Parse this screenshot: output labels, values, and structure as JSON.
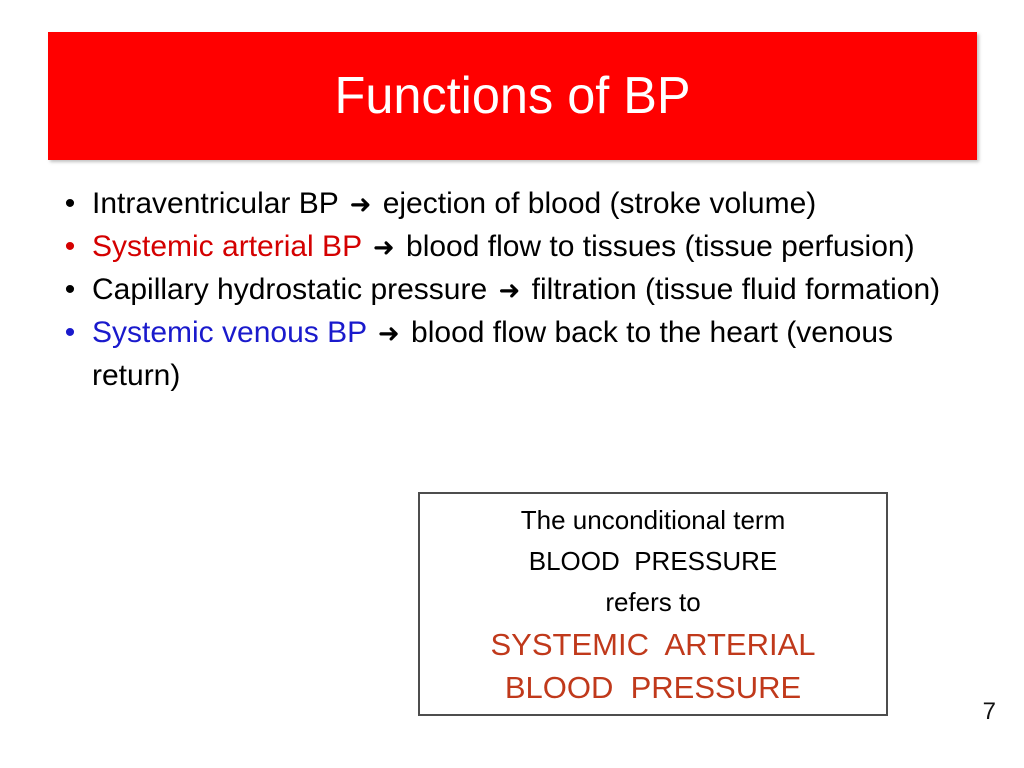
{
  "slide": {
    "title": "Functions of BP",
    "number": "7",
    "colors": {
      "banner_background": "#FF0000",
      "title_text": "#FFFFFF",
      "body_text": "#000000",
      "accent_red": "#D40000",
      "accent_blue": "#1A1ACC",
      "callout_accent": "#C0391B",
      "callout_border": "#4D4D4D",
      "background": "#FFFFFF"
    },
    "bullets": [
      {
        "marker": "•",
        "marker_color": "#000000",
        "segments": [
          {
            "text": "Intraventricular BP ",
            "color": "black"
          },
          {
            "text": "➜",
            "color": "arrow"
          },
          {
            "text": " ejection of blood (stroke volume)",
            "color": "black"
          }
        ]
      },
      {
        "marker": "•",
        "marker_color": "#D40000",
        "segments": [
          {
            "text": "Systemic arterial BP ",
            "color": "red"
          },
          {
            "text": "➜",
            "color": "arrow"
          },
          {
            "text": " blood flow to tissues (tissue perfusion)",
            "color": "black"
          }
        ]
      },
      {
        "marker": "•",
        "marker_color": "#000000",
        "segments": [
          {
            "text": "Capillary hydrostatic pressure ",
            "color": "black"
          },
          {
            "text": "➜",
            "color": "arrow"
          },
          {
            "text": " filtration (tissue fluid formation)",
            "color": "black"
          }
        ]
      },
      {
        "marker": "•",
        "marker_color": "#1A1ACC",
        "segments": [
          {
            "text": "Systemic venous BP ",
            "color": "blue"
          },
          {
            "text": "➜",
            "color": "arrow"
          },
          {
            "text": " blood flow back to the heart (venous return)",
            "color": "black"
          }
        ]
      }
    ],
    "callout": {
      "lines": [
        {
          "text": "The unconditional term",
          "style": "plain"
        },
        {
          "text": "BLOOD  PRESSURE",
          "style": "plain"
        },
        {
          "text": "refers to",
          "style": "plain"
        },
        {
          "text": "SYSTEMIC  ARTERIAL",
          "style": "accent"
        },
        {
          "text": "BLOOD  PRESSURE",
          "style": "accent"
        }
      ]
    }
  }
}
